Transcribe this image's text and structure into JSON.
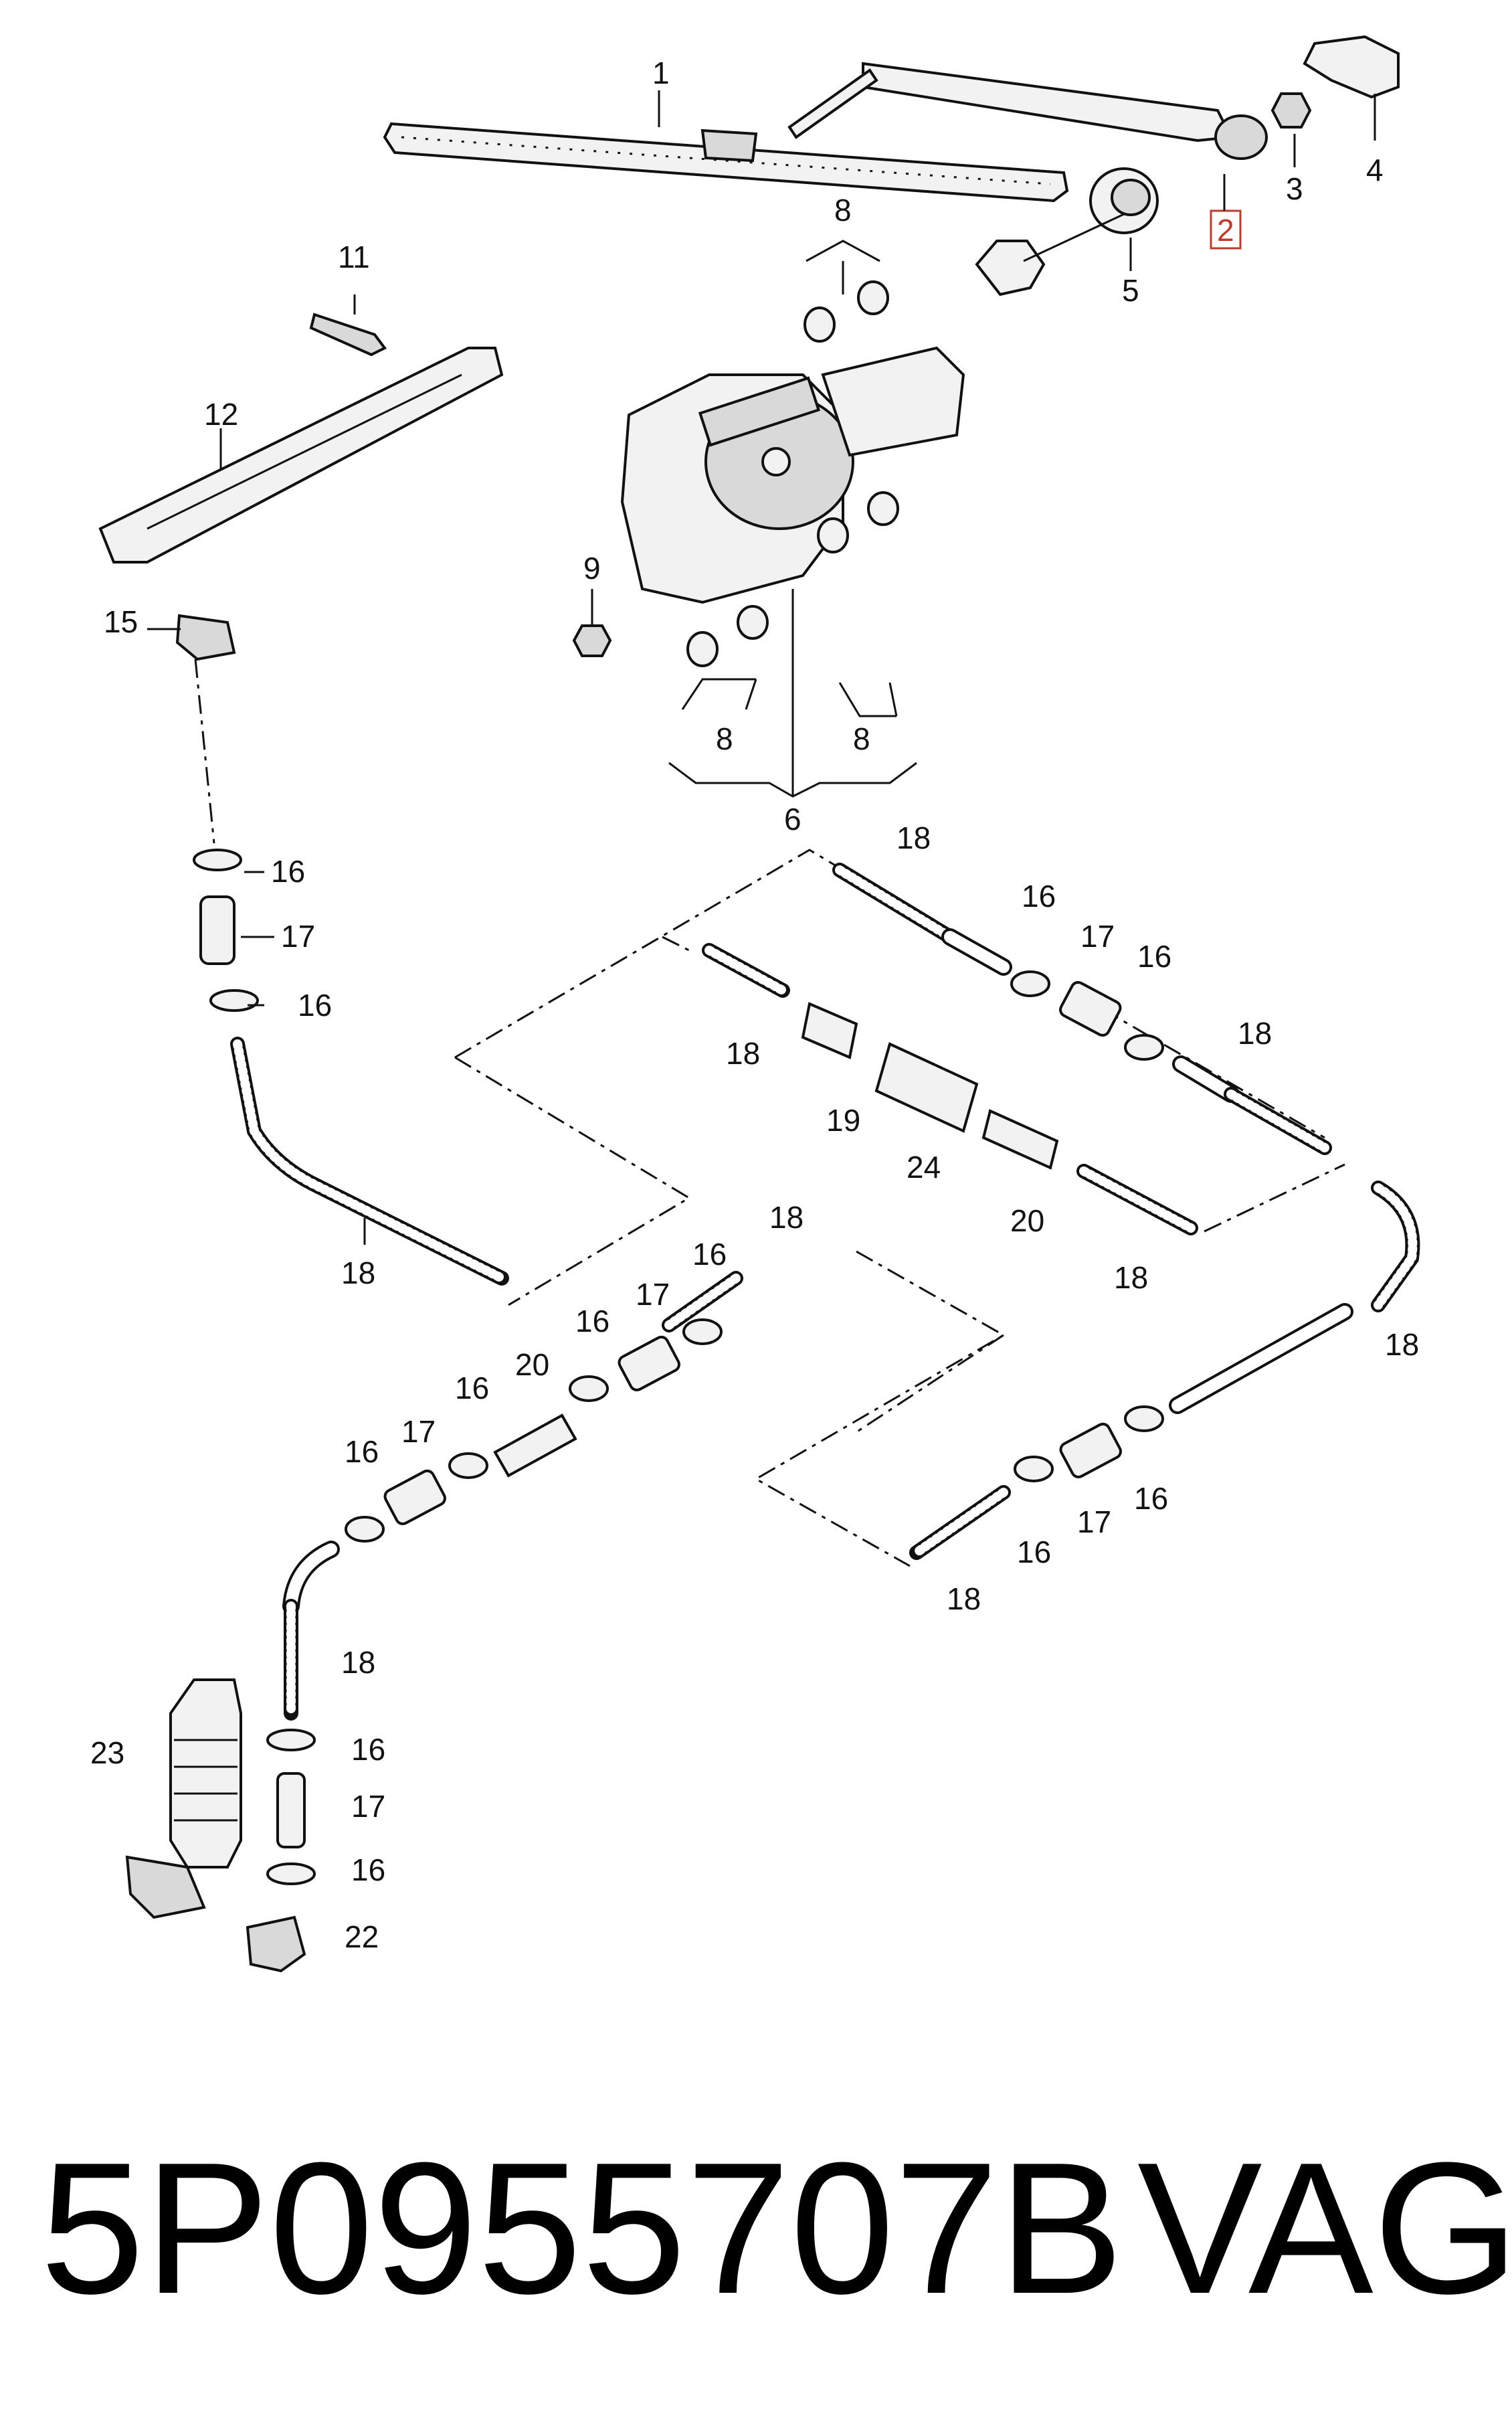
{
  "callouts": {
    "c1": "1",
    "c2": "2",
    "c3": "3",
    "c4": "4",
    "c5": "5",
    "c6": "6",
    "c8a": "8",
    "c8b": "8",
    "c8c": "8",
    "c9": "9",
    "c11": "11",
    "c12": "12",
    "c15": "15",
    "c16a": "16",
    "c17a": "17",
    "c16b": "16",
    "c18a": "18",
    "c18b": "18",
    "c16c": "16",
    "c17b": "17",
    "c16d": "16",
    "c18c": "18",
    "c18d": "18",
    "c19": "19",
    "c24": "24",
    "c20a": "20",
    "c18e": "18",
    "c18f": "18",
    "c16e": "16",
    "c17c": "17",
    "c16f": "16",
    "c20b": "20",
    "c16g": "16",
    "c17d": "17",
    "c16h": "16",
    "c18g": "18",
    "c16i": "16",
    "c17e": "17",
    "c16j": "16",
    "c18h": "18",
    "c18i": "18",
    "c23": "23",
    "c16k": "16",
    "c17f": "17",
    "c16l": "16",
    "c22": "22"
  },
  "highlighted_callout": "2",
  "footer": {
    "part_number": "5P0955707B",
    "brand": "VAG"
  },
  "colors": {
    "highlight_box": "#c0392b"
  }
}
